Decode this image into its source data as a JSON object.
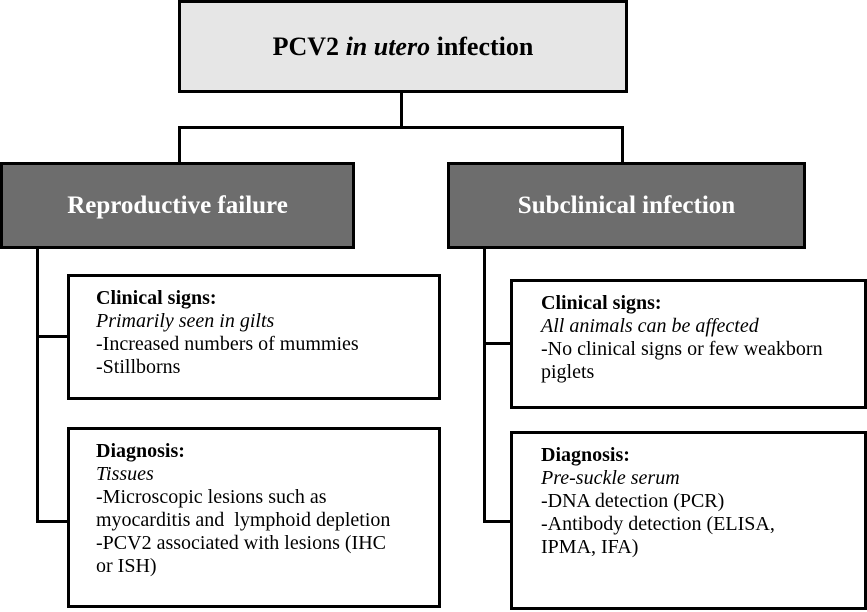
{
  "root": {
    "title_pre": "PCV2 ",
    "title_em": "in utero",
    "title_post": " infection"
  },
  "branches": {
    "left": {
      "title": "Reproductive failure",
      "clinical": {
        "heading": "Clinical signs:",
        "subheading": "Primarily seen in gilts",
        "lines": [
          "-Increased numbers of mummies",
          "-Stillborns"
        ]
      },
      "diagnosis": {
        "heading": "Diagnosis:",
        "subheading": "Tissues",
        "lines": [
          "-Microscopic lesions such as",
          "myocarditis and  lymphoid depletion",
          "-PCV2 associated with lesions (IHC",
          "or ISH)"
        ]
      }
    },
    "right": {
      "title": "Subclinical infection",
      "clinical": {
        "heading": "Clinical signs:",
        "subheading": "All animals can be affected",
        "lines": [
          "-No clinical signs or few weakborn",
          "piglets"
        ]
      },
      "diagnosis": {
        "heading": "Diagnosis:",
        "subheading": "Pre-suckle serum",
        "lines": [
          "-DNA detection (PCR)",
          "-Antibody detection (ELISA,",
          "IPMA, IFA)"
        ]
      }
    }
  }
}
